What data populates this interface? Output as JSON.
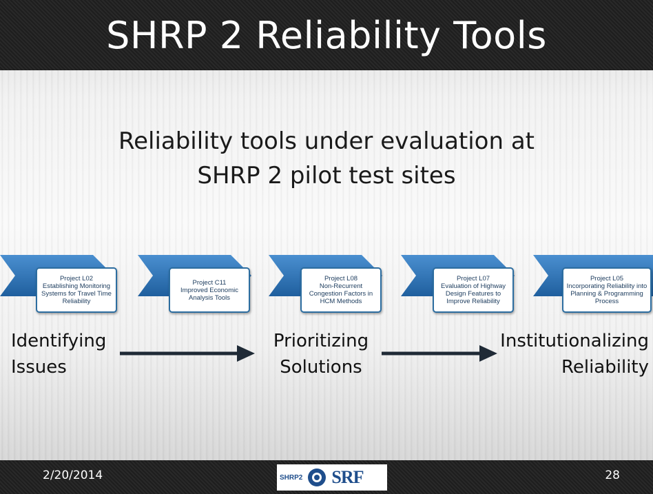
{
  "title": "SHRP 2 Reliability Tools",
  "subtitle": {
    "line1": "Reliability tools under evaluation at",
    "line2": "SHRP 2 pilot test sites"
  },
  "projects": [
    {
      "id": "Project L02",
      "name": "Establishing Monitoring Systems for Travel Time Reliability"
    },
    {
      "id": "Project C11",
      "name": "Improved Economic Analysis Tools"
    },
    {
      "id": "Project L08",
      "name": "Non-Recurrent Congestion Factors in HCM Methods"
    },
    {
      "id": "Project L07",
      "name": "Evaluation of Highway Design Features to Improve Reliability"
    },
    {
      "id": "Project L05",
      "name": "Incorporating Reliability into Planning & Programming Process"
    }
  ],
  "stages": {
    "stage1": {
      "line1": "Identifying",
      "line2": "Issues"
    },
    "stage2": {
      "line1": "Prioritizing",
      "line2": "Solutions"
    },
    "stage3": {
      "line1": "Institutionalizing",
      "line2": "Reliability"
    }
  },
  "footer": {
    "date": "2/20/2014",
    "page": "28",
    "logo_text_1": "SHRP2",
    "logo_text_2": "SRF"
  },
  "colors": {
    "chevron": "#2f74b5",
    "box_border": "#2c6da0",
    "bar": "#1e1e1e",
    "arrow": "#1f2a36"
  }
}
